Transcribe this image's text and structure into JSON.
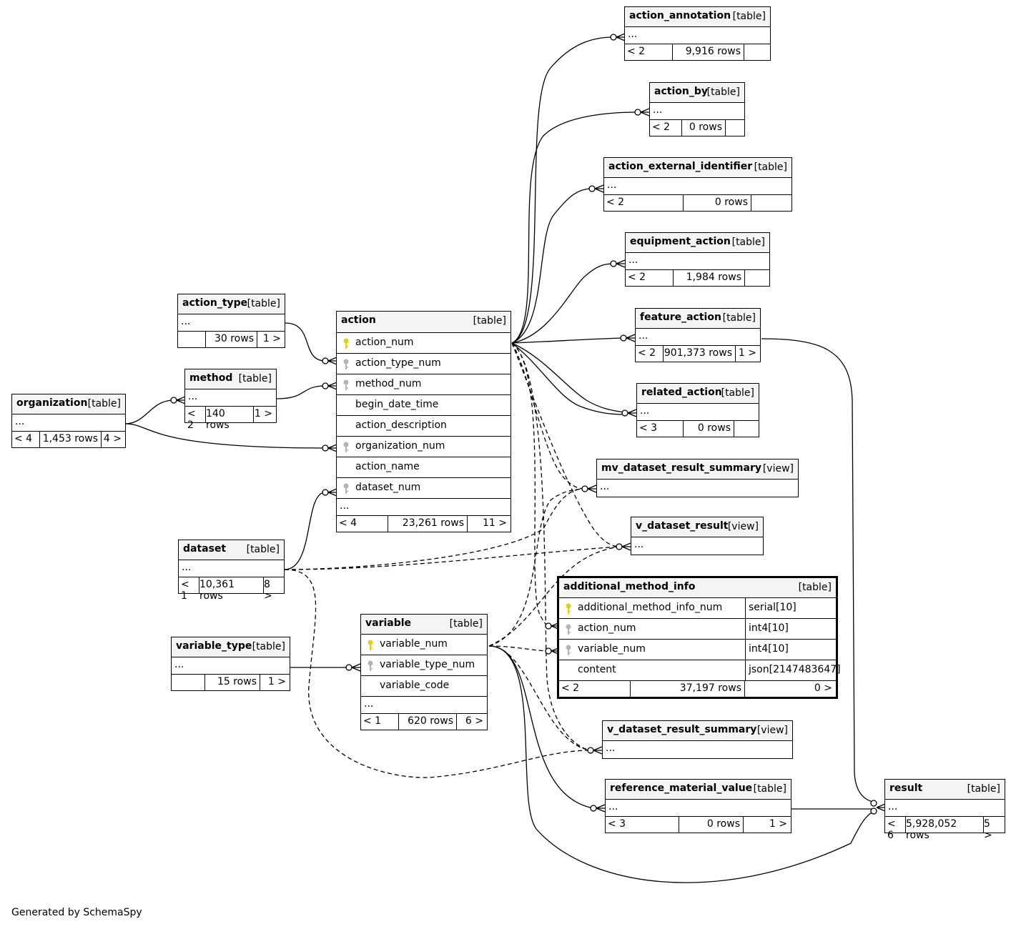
{
  "generated_by": "Generated by SchemaSpy",
  "footer_labels": {
    "row_suffix": "rows"
  },
  "entities": {
    "action_annotation": {
      "name": "action_annotation",
      "type": "[table]",
      "ellipsis": "...",
      "parents": "< 2",
      "rows": "9,916 rows",
      "children": ""
    },
    "action_by": {
      "name": "action_by",
      "type": "[table]",
      "ellipsis": "...",
      "parents": "< 2",
      "rows": "0 rows",
      "children": ""
    },
    "action_external_identifier": {
      "name": "action_external_identifier",
      "type": "[table]",
      "ellipsis": "...",
      "parents": "< 2",
      "rows": "0 rows",
      "children": ""
    },
    "equipment_action": {
      "name": "equipment_action",
      "type": "[table]",
      "ellipsis": "...",
      "parents": "< 2",
      "rows": "1,984 rows",
      "children": ""
    },
    "feature_action": {
      "name": "feature_action",
      "type": "[table]",
      "ellipsis": "...",
      "parents": "< 2",
      "rows": "901,373 rows",
      "children": "1 >"
    },
    "related_action": {
      "name": "related_action",
      "type": "[table]",
      "ellipsis": "...",
      "parents": "< 3",
      "rows": "0 rows",
      "children": ""
    },
    "mv_dataset_result_summary": {
      "name": "mv_dataset_result_summary",
      "type": "[view]",
      "ellipsis": "..."
    },
    "v_dataset_result": {
      "name": "v_dataset_result",
      "type": "[view]",
      "ellipsis": "..."
    },
    "v_dataset_result_summary": {
      "name": "v_dataset_result_summary",
      "type": "[view]",
      "ellipsis": "..."
    },
    "reference_material_value": {
      "name": "reference_material_value",
      "type": "[table]",
      "ellipsis": "...",
      "parents": "< 3",
      "rows": "0 rows",
      "children": "1 >"
    },
    "result": {
      "name": "result",
      "type": "[table]",
      "ellipsis": "...",
      "parents": "< 6",
      "rows": "5,928,052 rows",
      "children": "5 >"
    },
    "action_type": {
      "name": "action_type",
      "type": "[table]",
      "ellipsis": "...",
      "parents": "",
      "rows": "30 rows",
      "children": "1 >"
    },
    "method": {
      "name": "method",
      "type": "[table]",
      "ellipsis": "...",
      "parents": "< 2",
      "rows": "140 rows",
      "children": "1 >"
    },
    "organization": {
      "name": "organization",
      "type": "[table]",
      "ellipsis": "...",
      "parents": "< 4",
      "rows": "1,453 rows",
      "children": "4 >"
    },
    "dataset": {
      "name": "dataset",
      "type": "[table]",
      "ellipsis": "...",
      "parents": "< 1",
      "rows": "10,361 rows",
      "children": "8 >"
    },
    "variable_type": {
      "name": "variable_type",
      "type": "[table]",
      "ellipsis": "...",
      "parents": "",
      "rows": "15 rows",
      "children": "1 >"
    },
    "action": {
      "name": "action",
      "type": "[table]",
      "ellipsis": "...",
      "parents": "< 4",
      "rows": "23,261 rows",
      "children": "11 >",
      "columns": [
        "action_num",
        "action_type_num",
        "method_num",
        "begin_date_time",
        "action_description",
        "organization_num",
        "action_name",
        "dataset_num"
      ]
    },
    "variable": {
      "name": "variable",
      "type": "[table]",
      "ellipsis": "...",
      "parents": "< 1",
      "rows": "620 rows",
      "children": "6 >",
      "columns": [
        "variable_num",
        "variable_type_num",
        "variable_code"
      ]
    },
    "additional_method_info": {
      "name": "additional_method_info",
      "type": "[table]",
      "parents": "< 2",
      "rows": "37,197 rows",
      "children": "0 >",
      "columns": [
        "additional_method_info_num",
        "action_num",
        "variable_num",
        "content"
      ],
      "types": [
        "serial[10]",
        "int4[10]",
        "int4[10]",
        "json[2147483647]"
      ]
    }
  },
  "colors": {
    "primary_key": "#e6d200",
    "foreign_key": "#b4b4b4",
    "header_bg": "#f4f4f4"
  }
}
